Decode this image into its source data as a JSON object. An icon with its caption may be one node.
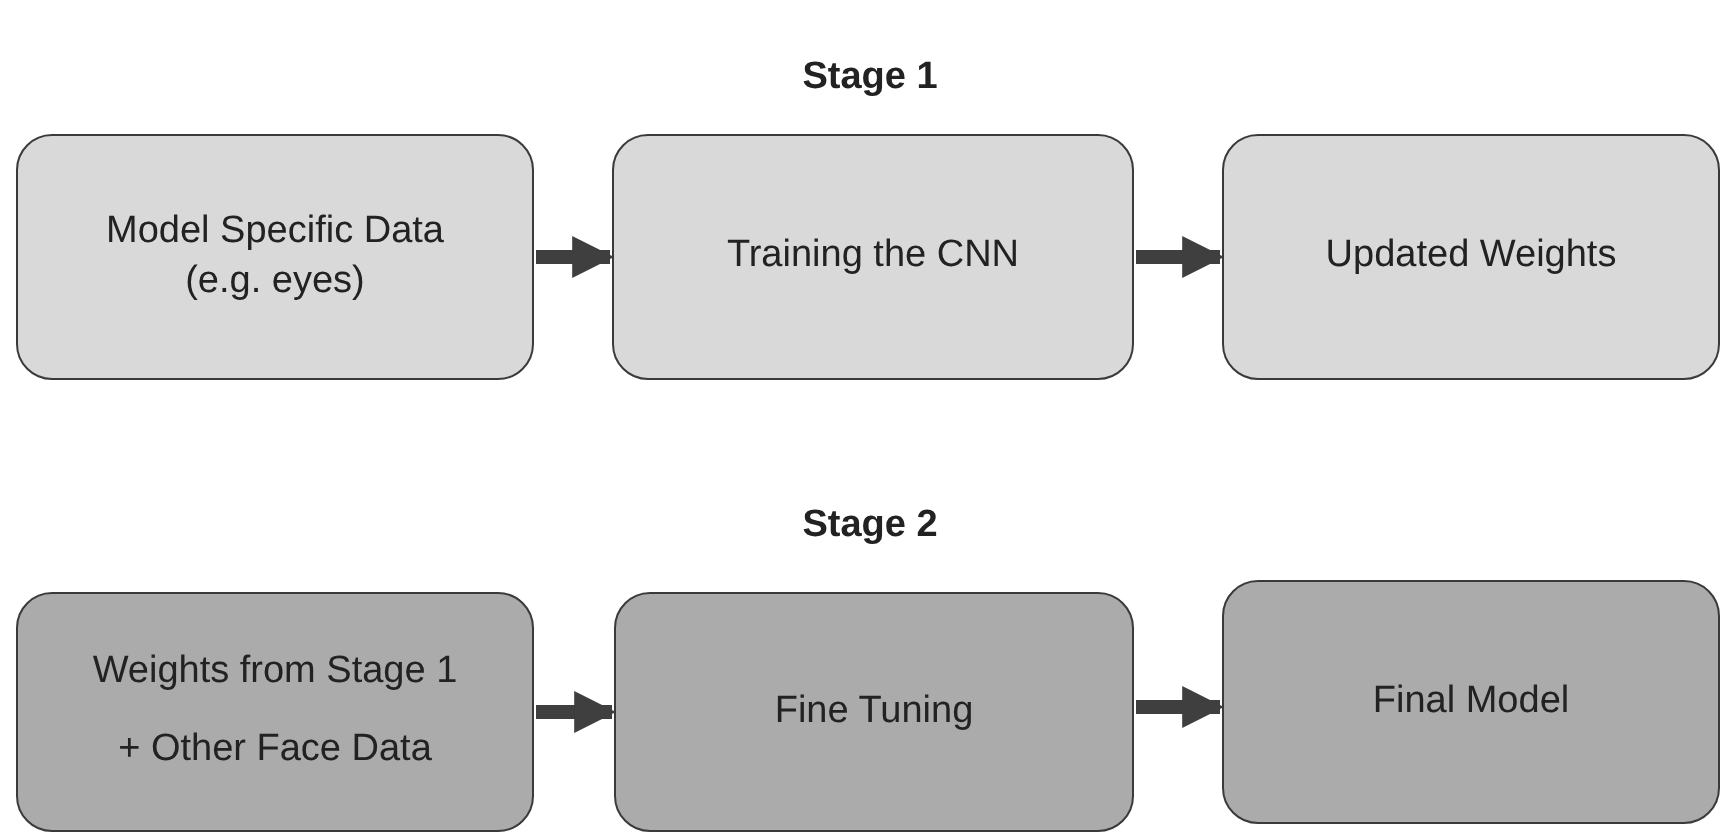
{
  "diagram": {
    "nodes": [
      {
        "text": [
          "Model Specific Data (e.g. eyes)"
        ]
      },
      {
        "text": [
          "Training the CNN"
        ]
      },
      {
        "text": [
          "Updated Weights"
        ]
      },
      {
        "text": [
          "Weights from Stage 1",
          "+ Other Face Data"
        ]
      },
      {
        "text": [
          "Fine Tuning"
        ]
      },
      {
        "text": [
          "Final Model"
        ]
      }
    ],
    "edges": [
      {
        "from": 0,
        "to": 1,
        "arrow": "to"
      },
      {
        "from": 1,
        "to": 2,
        "arrow": "to"
      },
      {
        "from": 3,
        "to": 4,
        "arrow": "to"
      },
      {
        "from": 4,
        "to": 5,
        "arrow": "to"
      }
    ],
    "labels": [
      "Stage 1",
      "Stage 2"
    ]
  }
}
